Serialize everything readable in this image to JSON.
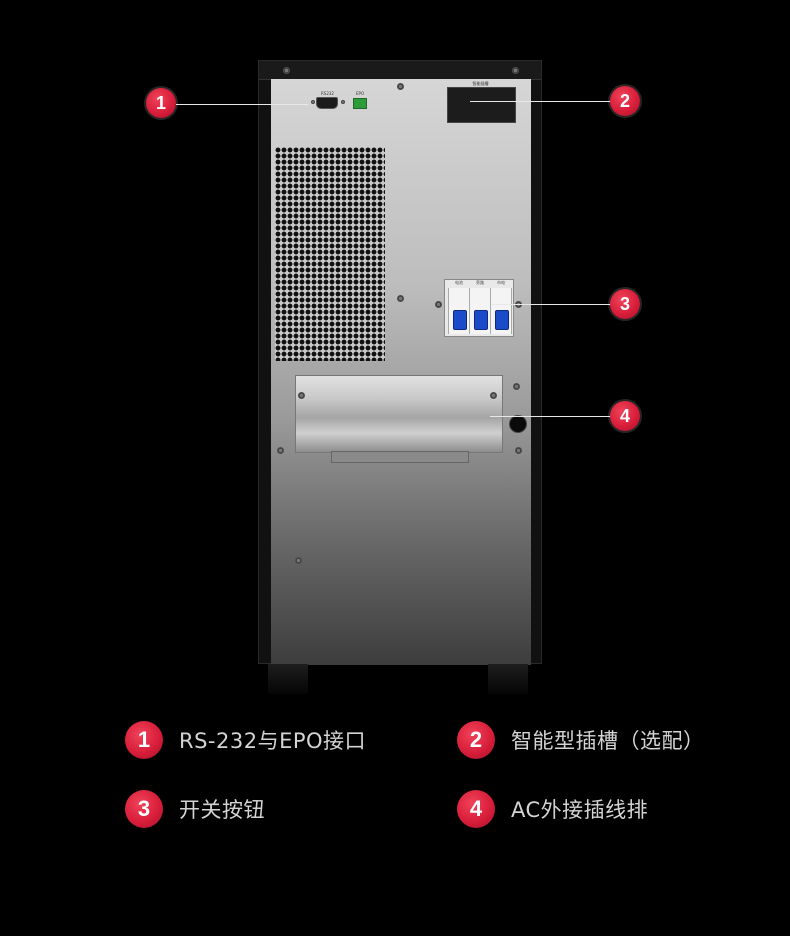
{
  "product": {
    "panel_labels": {
      "rs232": "RS232",
      "epo": "EPO",
      "slot": "智能插槽",
      "breakers": [
        "电池",
        "旁路",
        "市电"
      ]
    }
  },
  "callouts": [
    {
      "number": "1",
      "text": "RS-232与EPO接口"
    },
    {
      "number": "2",
      "text": "智能型插槽（选配）"
    },
    {
      "number": "3",
      "text": "开关按钮"
    },
    {
      "number": "4",
      "text": "AC外接插线排"
    }
  ],
  "colors": {
    "badge": "#d81e3a",
    "breaker_toggle": "#1c4bc9",
    "epo_terminal": "#2e9b3a",
    "background": "#000000",
    "legend_text": "#d4d4d4"
  }
}
